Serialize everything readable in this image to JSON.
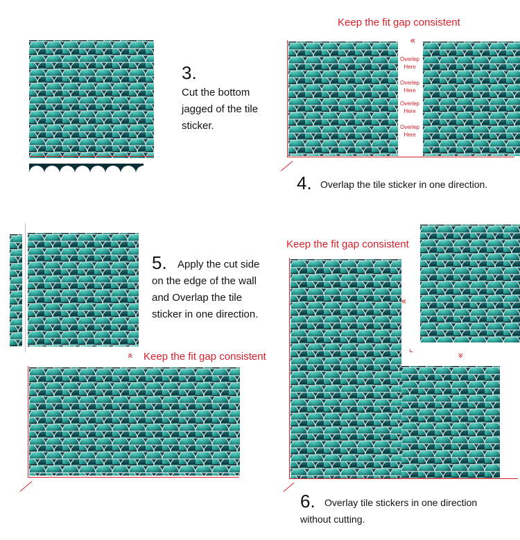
{
  "steps": [
    {
      "number": "3.",
      "text_lines": [
        "Cut the bottom",
        "jagged of the tile",
        "sticker."
      ]
    },
    {
      "number": "4.",
      "text": "Overlap the tile sticker in one direction."
    },
    {
      "number": "5.",
      "text_lines": [
        "Apply the cut side",
        "on the edge of the wall",
        "and Overlap the tile",
        "sticker in one direction."
      ]
    },
    {
      "number": "6.",
      "text_lines": [
        "Overlay tile stickers in one direction",
        "without cutting."
      ]
    }
  ],
  "labels": {
    "keep_gap": "Keep the fit gap consistent",
    "overlap_here": [
      "Overlep",
      "Here"
    ]
  },
  "colors": {
    "accent": "#d8202b",
    "tile_teal": "#3bb6aa",
    "tile_dark": "#06262b"
  }
}
